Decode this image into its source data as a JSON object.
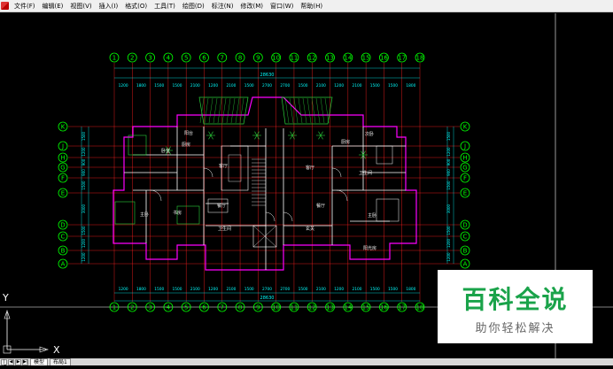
{
  "menu": [
    "文件(F)",
    "编辑(E)",
    "视图(V)",
    "插入(I)",
    "格式(O)",
    "工具(T)",
    "绘图(D)",
    "标注(N)",
    "修改(M)",
    "窗口(W)",
    "帮助(H)"
  ],
  "dimensions": {
    "overall": "28630",
    "top_spans": [
      "1200",
      "1800",
      "1500",
      "1500",
      "2100",
      "1200",
      "2100",
      "1500",
      "2700",
      "2700",
      "1500",
      "2100",
      "1200",
      "2100",
      "1500",
      "1500",
      "1800",
      "1200"
    ],
    "left_spans": [
      "1500",
      "1200",
      "900",
      "900",
      "1500",
      "3000",
      "1500",
      "1200",
      "1200"
    ]
  },
  "axes": {
    "columns": [
      "1",
      "2",
      "3",
      "4",
      "5",
      "6",
      "7",
      "8",
      "9",
      "10",
      "11",
      "12",
      "13",
      "14",
      "15",
      "16",
      "17",
      "18"
    ],
    "rows": [
      "K",
      "J",
      "H",
      "G",
      "F",
      "E",
      "D",
      "C",
      "B",
      "A"
    ]
  },
  "rooms": [
    "阳台",
    "厨房",
    "卧室",
    "客厅",
    "主卧",
    "餐厅",
    "卫生间",
    "书房",
    "次卧",
    "厨房",
    "客厅",
    "餐厅",
    "主卧",
    "卫生间",
    "玄关",
    "阳光房"
  ],
  "ucs": {
    "y": "Y",
    "x": "X"
  },
  "tabs": [
    "模型",
    "布局1"
  ],
  "watermark": {
    "title": "百科全说",
    "subtitle": "助你轻松解决"
  },
  "colors": {
    "line": "#ffffff",
    "axis": "#ff2020",
    "bubble": "#00ff00",
    "wall": "#ff00ff",
    "dim": "#00ffff",
    "room_text": "#ffff00"
  }
}
